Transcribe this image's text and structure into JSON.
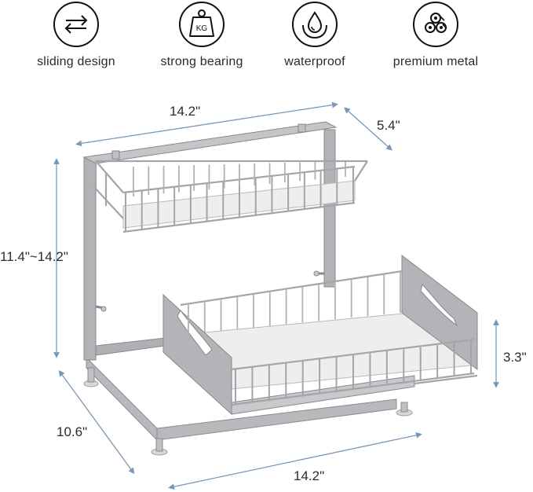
{
  "features": [
    {
      "label": "sliding design",
      "icon": "arrows-swap-icon"
    },
    {
      "label": "strong bearing",
      "icon": "kg-weight-icon",
      "icon_text": "KG"
    },
    {
      "label": "waterproof",
      "icon": "water-drop-icon"
    },
    {
      "label": "premium metal",
      "icon": "metal-pipes-icon"
    }
  ],
  "dimensions": {
    "top_width": "14.2\"",
    "depth_top": "5.4\"",
    "height_range": "11.4\"~14.2\"",
    "bottom_depth": "10.6\"",
    "bottom_width": "14.2\"",
    "basket_height": "3.3\""
  },
  "colors": {
    "dimension_line": "#7a97b5",
    "metal": "#a9abae",
    "metal_dark": "#85878a",
    "shelf": "#eeeeef"
  }
}
